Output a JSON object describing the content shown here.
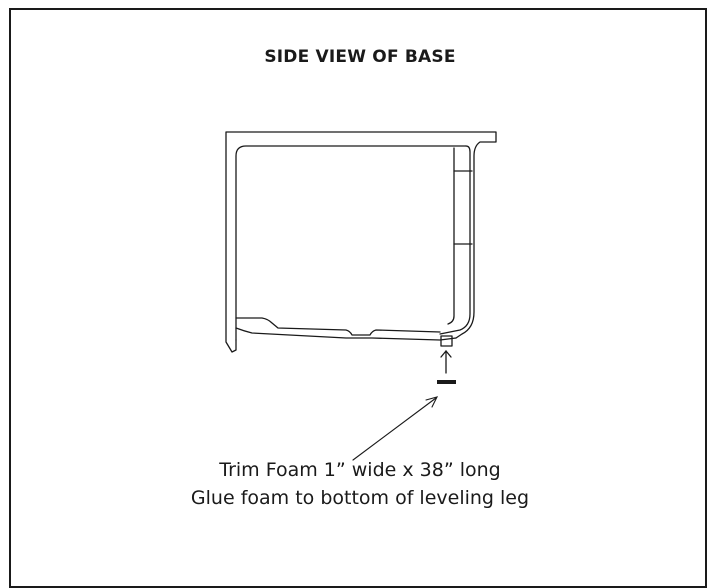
{
  "diagram": {
    "title": "SIDE VIEW OF BASE",
    "caption_line1": "Trim Foam 1” wide x 38” long",
    "caption_line2": "Glue foam to bottom of leveling leg"
  },
  "colors": {
    "line": "#1a1a1a",
    "background": "#ffffff"
  }
}
